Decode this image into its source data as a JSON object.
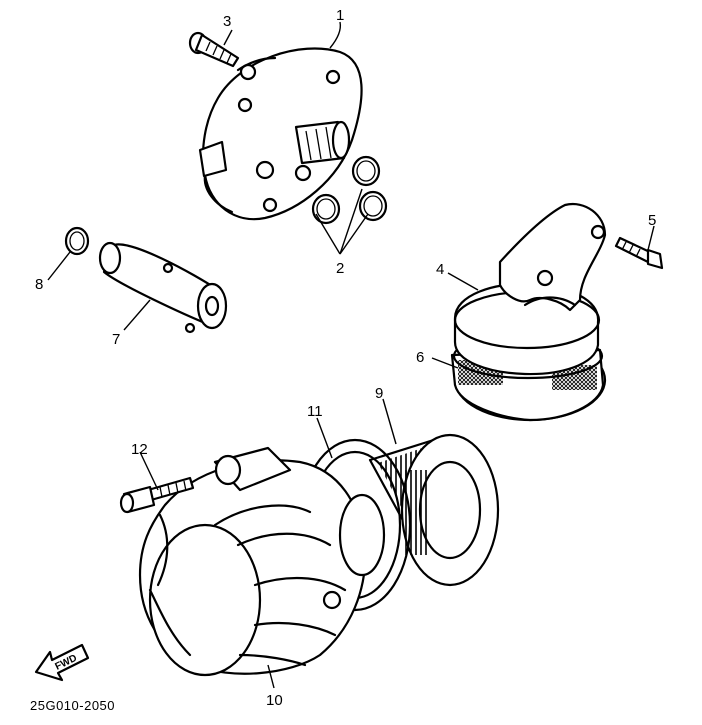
{
  "callouts": {
    "c1": "1",
    "c2": "2",
    "c3": "3",
    "c4": "4",
    "c5": "5",
    "c6": "6",
    "c7": "7",
    "c8": "8",
    "c9": "9",
    "c10": "10",
    "c11": "11",
    "c12": "12"
  },
  "direction_badge": "FWD",
  "drawing_code": "25G010-2050"
}
